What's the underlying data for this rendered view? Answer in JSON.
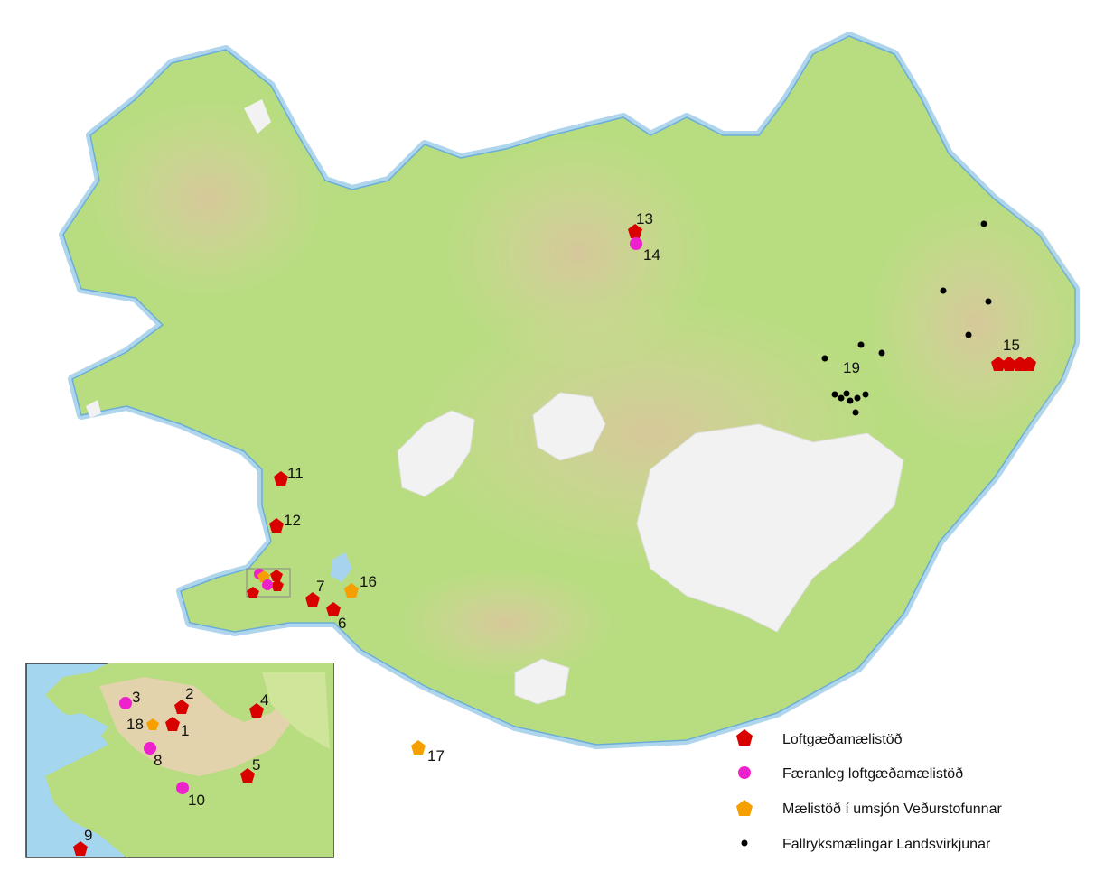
{
  "legend": {
    "items": [
      {
        "key": "aq",
        "label": "Loftgæðamælistöð",
        "color": "#d90000",
        "shape": "pentagon"
      },
      {
        "key": "mobile",
        "label": "Færanleg loftgæðamælistöð",
        "color": "#ee22cc",
        "shape": "circle"
      },
      {
        "key": "met",
        "label": "Mælistöð í umsjón Veðurstofunnar",
        "color": "#f5a000",
        "shape": "pentagon"
      },
      {
        "key": "dust",
        "label": "Fallryksmælingar Landsvirkjunar",
        "color": "#000000",
        "shape": "dot"
      }
    ]
  },
  "stations": [
    {
      "id": "11",
      "label": "11",
      "kind": "aq"
    },
    {
      "id": "12",
      "label": "12",
      "kind": "aq"
    },
    {
      "id": "13",
      "label": "13",
      "kind": "aq"
    },
    {
      "id": "14",
      "label": "14",
      "kind": "mobile"
    },
    {
      "id": "15",
      "label": "15",
      "kind": "aq"
    },
    {
      "id": "16",
      "label": "16",
      "kind": "met"
    },
    {
      "id": "7",
      "label": "7",
      "kind": "aq"
    },
    {
      "id": "6",
      "label": "6",
      "kind": "aq"
    },
    {
      "id": "17",
      "label": "17",
      "kind": "met"
    },
    {
      "id": "19",
      "label": "19",
      "kind": "dust"
    }
  ],
  "inset_stations": [
    {
      "id": "1",
      "label": "1",
      "kind": "aq"
    },
    {
      "id": "2",
      "label": "2",
      "kind": "aq"
    },
    {
      "id": "3",
      "label": "3",
      "kind": "mobile"
    },
    {
      "id": "4",
      "label": "4",
      "kind": "aq"
    },
    {
      "id": "5",
      "label": "5",
      "kind": "aq"
    },
    {
      "id": "8",
      "label": "8",
      "kind": "mobile"
    },
    {
      "id": "9",
      "label": "9",
      "kind": "aq"
    },
    {
      "id": "10",
      "label": "10",
      "kind": "mobile"
    },
    {
      "id": "18",
      "label": "18",
      "kind": "met"
    }
  ],
  "colors": {
    "land": "#b5dd7c",
    "highland": "#dcd7a0",
    "glacier": "#f2f2f2",
    "coast": "#8cc4e6"
  }
}
